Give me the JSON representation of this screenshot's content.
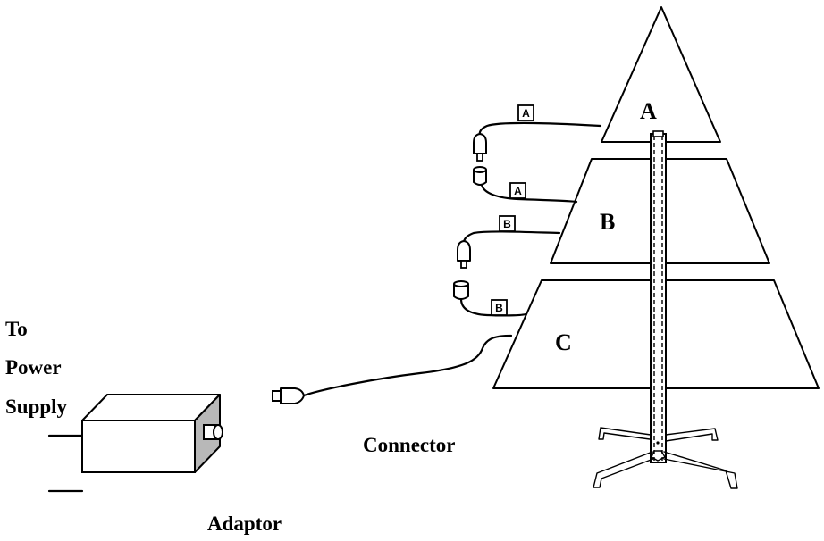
{
  "tree": {
    "sections": [
      {
        "label": "A"
      },
      {
        "label": "B"
      },
      {
        "label": "C"
      }
    ]
  },
  "cable_tags": {
    "a_top": "A",
    "a_bottom": "A",
    "b_top": "B",
    "b_bottom": "B"
  },
  "labels": {
    "power_supply": [
      "To",
      "Power",
      "Supply"
    ],
    "connector": "Connector",
    "adaptor": "Adaptor"
  }
}
